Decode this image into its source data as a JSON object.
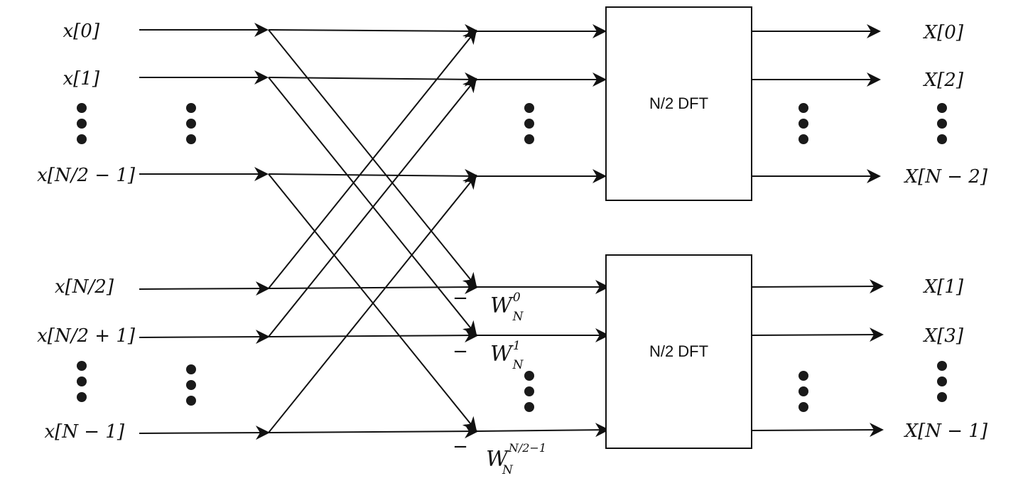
{
  "inputs": [
    "x[0]",
    "x[1]",
    "x[N/2 − 1]",
    "x[N/2]",
    "x[N/2 + 1]",
    "x[N − 1]"
  ],
  "outputs": [
    "X[0]",
    "X[2]",
    "X[N − 2]",
    "X[1]",
    "X[3]",
    "X[N − 1]"
  ],
  "blocks": {
    "top_label": "N/2 DFT",
    "bottom_label": "N/2 DFT"
  },
  "twiddles": {
    "base": "W",
    "subscript": "N",
    "exponents": [
      "0",
      "1",
      "N/2−1"
    ]
  },
  "minus_sign": "−",
  "colors": {
    "stroke": "#111111",
    "dot": "#1a1a1a",
    "background": "#ffffff"
  }
}
